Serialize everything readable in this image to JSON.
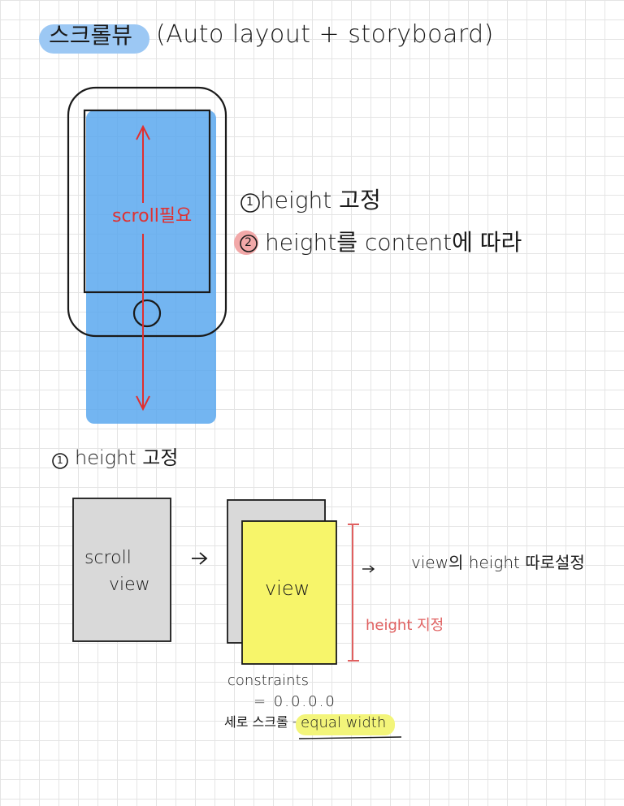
{
  "title": {
    "korean": "스크롤뷰",
    "rest": "(Auto layout + storyboard)"
  },
  "phone_diagram": {
    "scroll_needed": "scroll필요"
  },
  "options": {
    "option_1_number": "1",
    "option_1_label": "height 고정",
    "option_2_number": "2",
    "option_2_label": "height를 content에 따라"
  },
  "section": {
    "number": "1",
    "heading": "height 고정"
  },
  "steps": {
    "scroll_view_line1": "scroll",
    "scroll_view_line2": "view",
    "view_label": "view",
    "height_specify": "height 지정",
    "view_height_setting": "view의 height 따로설정",
    "constraints_line1": "constraints",
    "constraints_line2": "= 0.0.0.0",
    "vertical_scroll_note": "세로 스크롤 →",
    "equal_width": "equal width"
  },
  "colors": {
    "title_highlight": "#9cc8f4",
    "content_blue": "#5aa8ee",
    "arrow_red": "#e03030",
    "option_2_highlight": "#f2a8a8",
    "gray_view": "#d9d9d9",
    "yellow_view": "#f7f56a",
    "equal_highlight": "#f3f57a"
  }
}
